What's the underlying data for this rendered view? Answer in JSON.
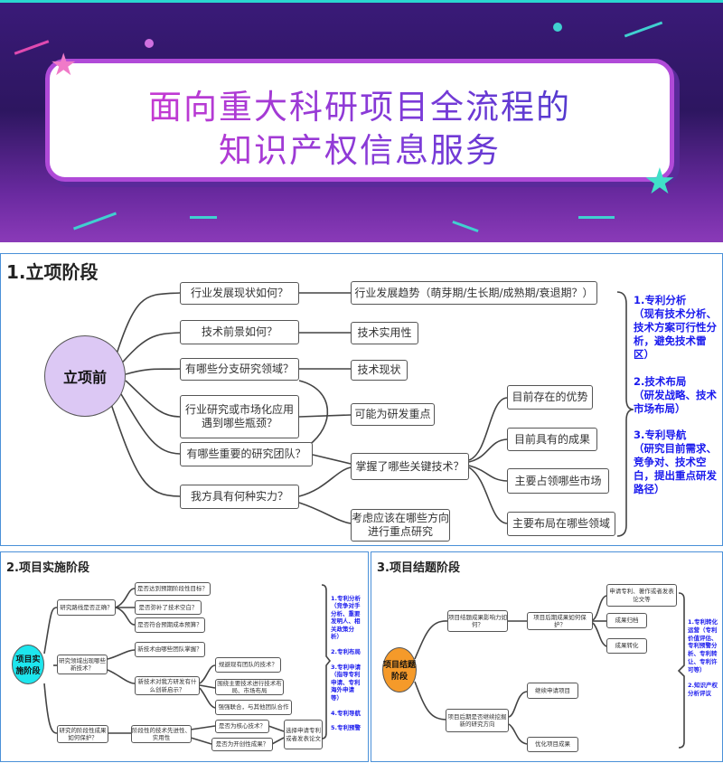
{
  "title": {
    "line1": "面向重大科研项目全流程的",
    "line2": "知识产权信息服务"
  },
  "colors": {
    "accent_purple": "#b04ad8",
    "teal": "#2ad6d0",
    "section_border": "#4a90d8",
    "annot_blue": "#1a1aee"
  },
  "s1": {
    "heading": "1.立项阶段",
    "center": "立项前",
    "q": [
      "行业发展现状如何？",
      "技术前景如何？",
      "有哪些分支研究领域？",
      "行业研究或市场化应用遇到哪些瓶颈？",
      "有哪些重要的研究团队？",
      "我方具有何种实力？"
    ],
    "m": [
      "行业发展趋势（萌芽期/生长期/成熟期/衰退期？）",
      "技术实用性",
      "技术现状",
      "可能为研发重点",
      "掌握了哪些关键技术？",
      "考虑应该在哪些方向进行重点研究"
    ],
    "r": [
      "目前存在的优势",
      "目前具有的成果",
      "主要占领哪些市场",
      "主要布局在哪些领域"
    ],
    "annot": "1.专利分析\n（现有技术分析、技术方案可行性分析，避免技术雷区）\n\n2.技术布局\n（研发战略、技术市场布局）\n\n3.专利导航\n（研究目前需求、竞争对、技术空白，提出重点研发路径）"
  },
  "s2": {
    "heading": "2.项目实施阶段",
    "center": "项目实施阶段",
    "q": [
      "研究路线是否正确？",
      "研究领域出现哪些新技术？",
      "研究的阶段性成果如何保护？"
    ],
    "a": [
      "是否达到预期阶段性目标？",
      "是否弥补了技术空白？",
      "是否符合预期成本预算？",
      "新技术由哪些团队掌握？",
      "新技术对我方研发有什么创新启示？",
      "规避现有团队的技术？",
      "围绕主要技术进行技术布局、市场布局",
      "强强联合，与其他团队合作",
      "阶段性的技术先进性、实用性",
      "是否为核心技术？",
      "是否为开创性成果？",
      "选择申请专利或者发表论文"
    ],
    "annot": "1.专利分析\n（竞争对手分析、重要发明人、相关政策分析）\n\n2.专利布局\n\n3.专利申请\n（指导专利申请、专利海外申请等）\n\n4.专利导航\n\n5.专利预警"
  },
  "s3": {
    "heading": "3.项目结题阶段",
    "center": "项目结题阶段",
    "a": [
      "项目结题成果影响力如何？",
      "项目后期成果如何保护？",
      "申请专利、著作或者发表论文等",
      "成果归档",
      "成果转化",
      "项目后期是否继续挖掘新的研究方向",
      "继续申请项目",
      "优化项目成果"
    ],
    "annot": "1.专利转化运营（专利价值评估、专利预警分析、专利转让、专利许可等）\n\n2.知识产权分析评议"
  }
}
